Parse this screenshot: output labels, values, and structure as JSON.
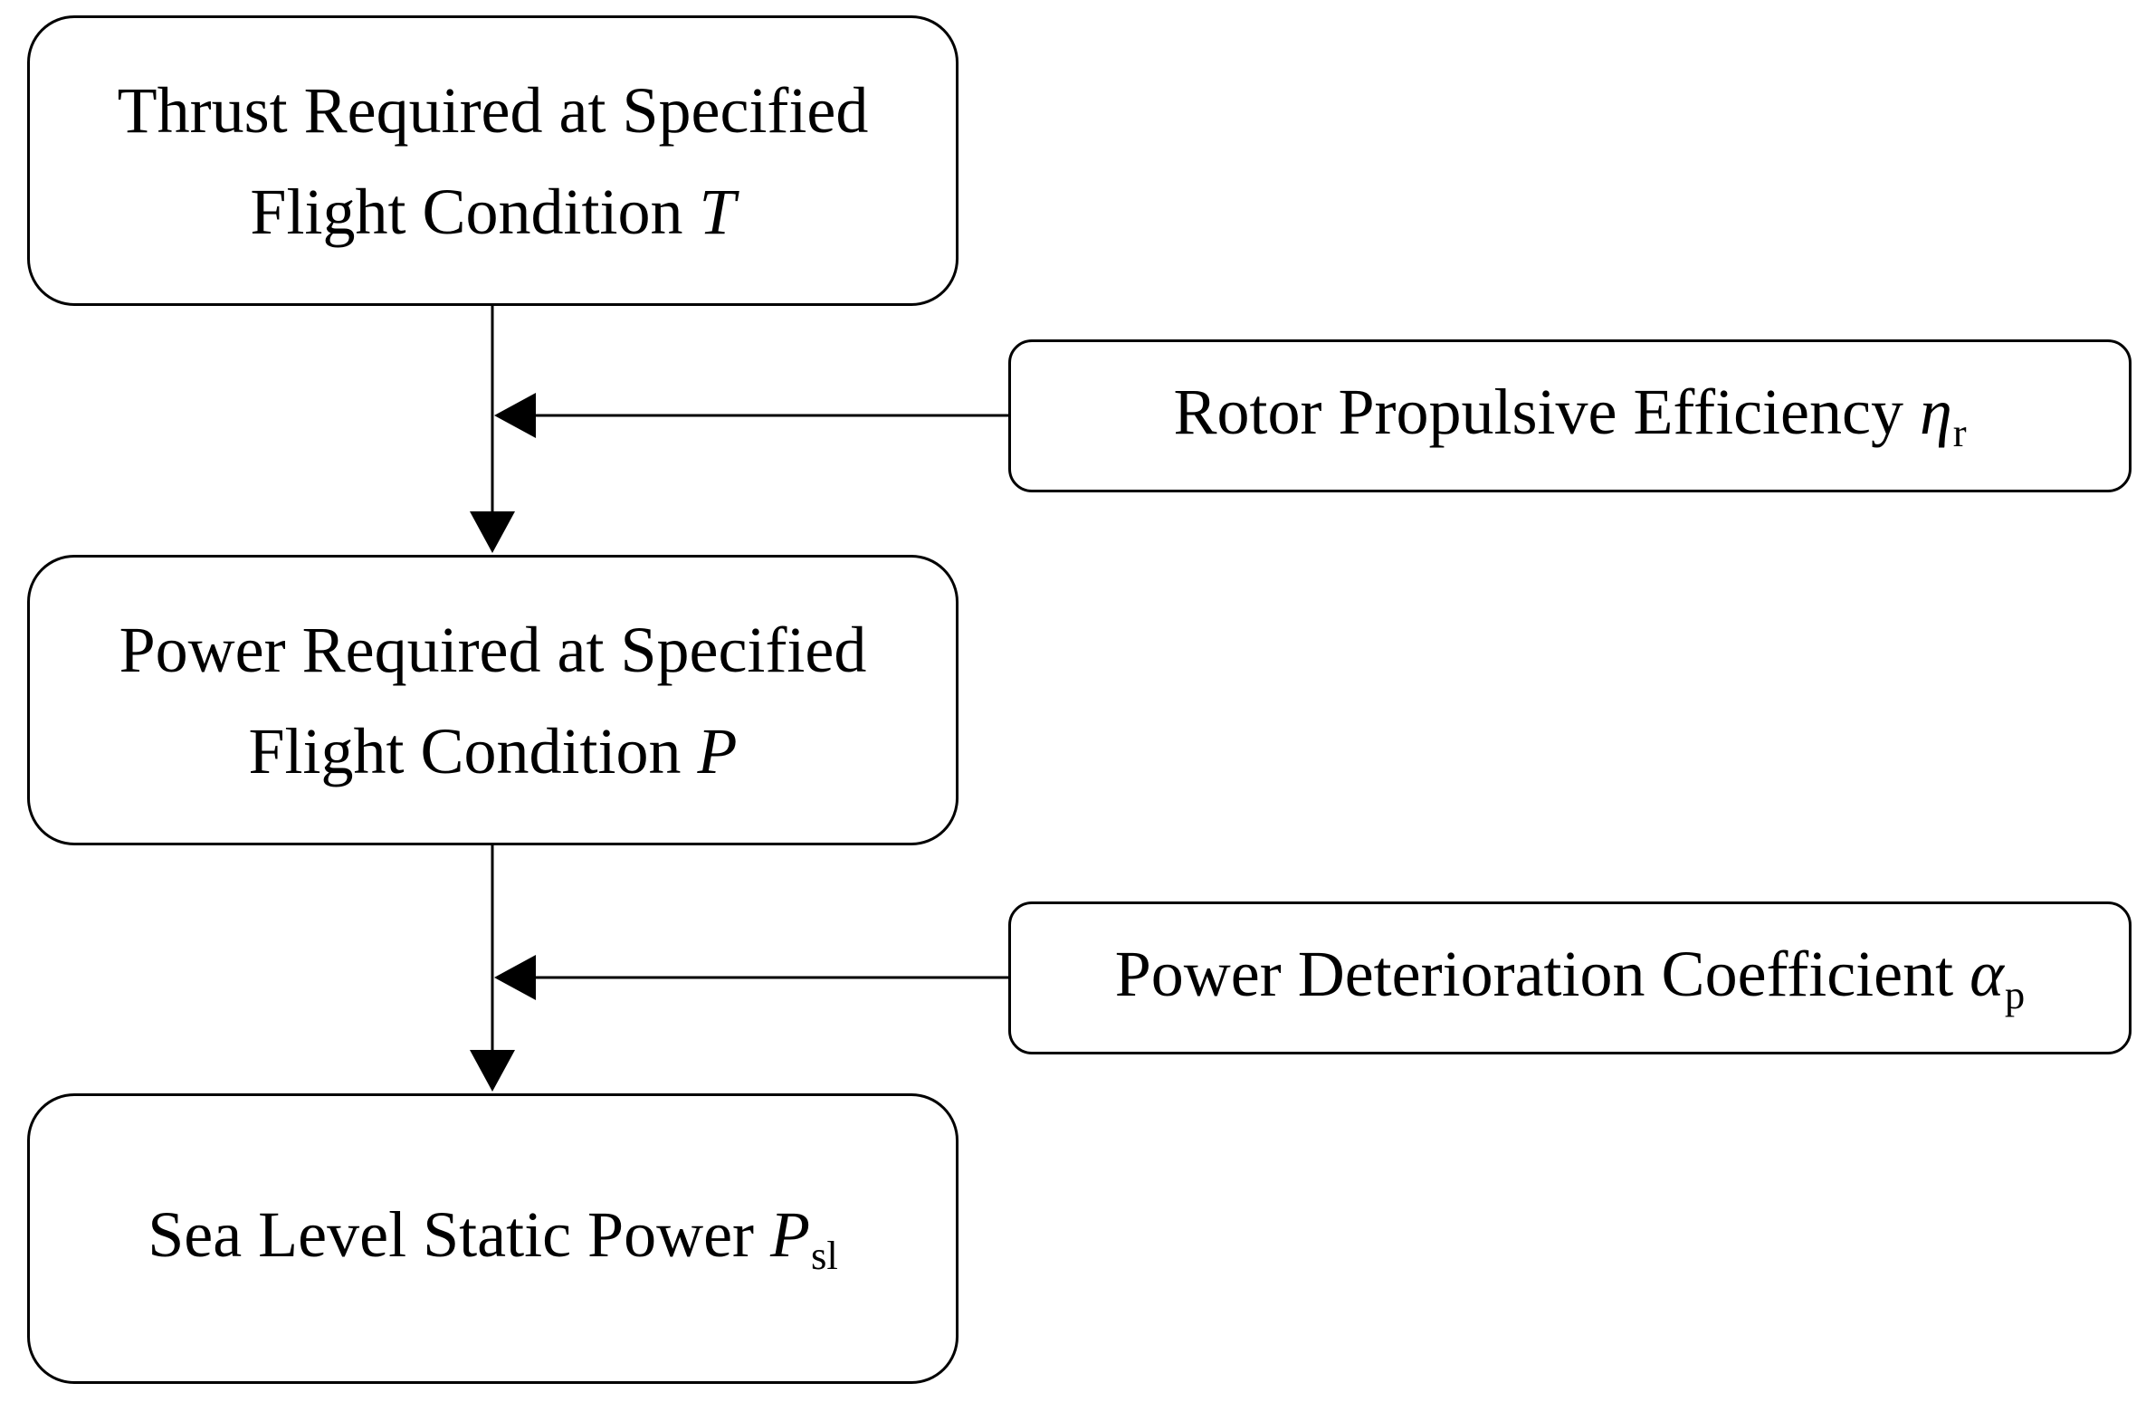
{
  "nodes": {
    "thrust": {
      "line1": "Thrust Required at Specified",
      "line2": "Flight Condition",
      "symbol": "T"
    },
    "power": {
      "line1": "Power Required at Specified",
      "line2": "Flight Condition",
      "symbol": "P"
    },
    "sea_level": {
      "text": "Sea Level Static Power",
      "symbol": "P",
      "subscript": "sl"
    },
    "rotor_efficiency": {
      "text": "Rotor Propulsive Efficiency",
      "symbol": "η",
      "subscript": "r"
    },
    "deterioration": {
      "text": "Power Deterioration Coefficient",
      "symbol": "α",
      "subscript": "p"
    }
  },
  "colors": {
    "stroke": "#000000",
    "background": "#ffffff"
  }
}
